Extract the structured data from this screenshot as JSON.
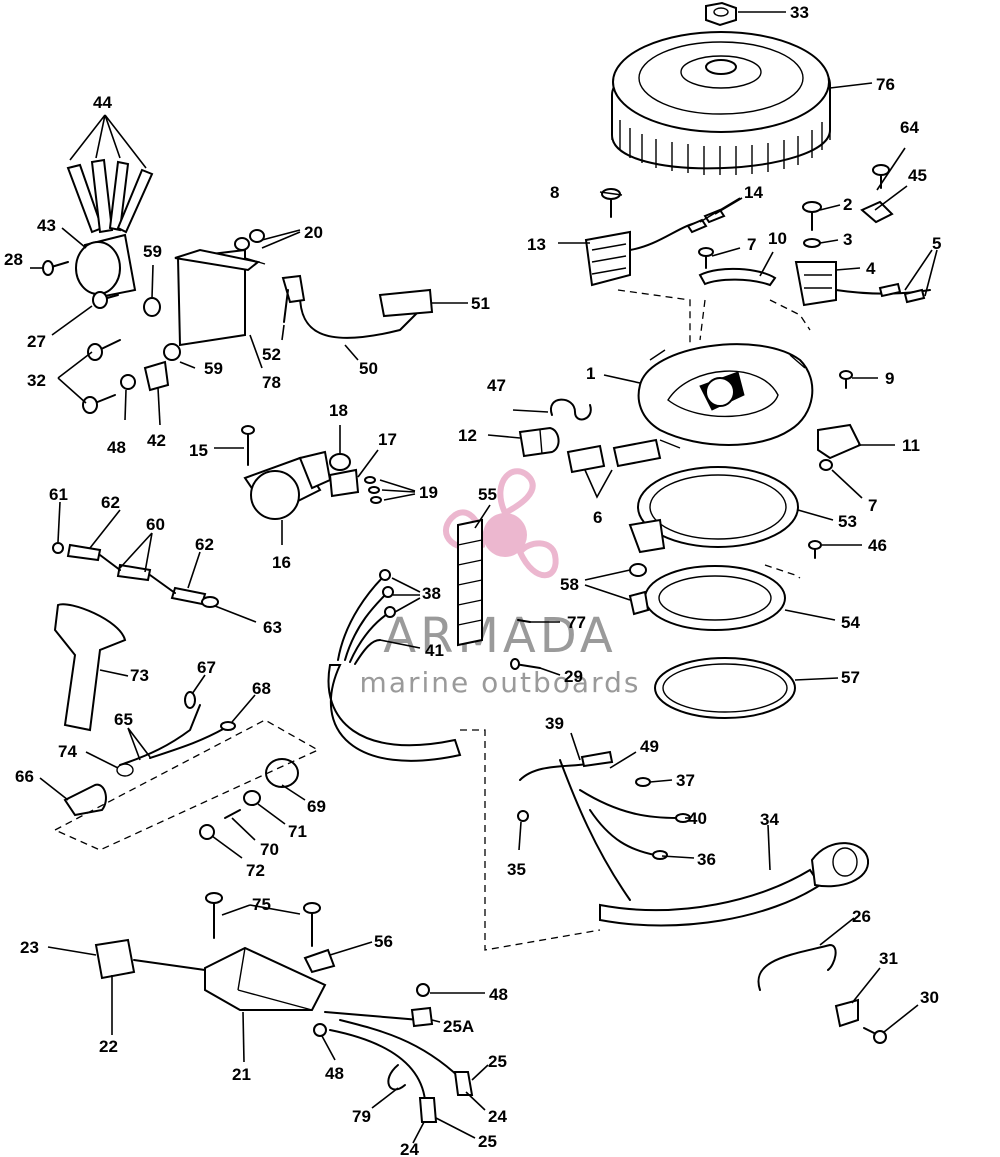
{
  "watermark": {
    "brand": "ARMADA",
    "tagline": "marine outboards",
    "color": "#e6a0c0"
  },
  "callouts": {
    "c1": "1",
    "c2": "2",
    "c3": "3",
    "c4": "4",
    "c5": "5",
    "c6": "6",
    "c7a": "7",
    "c7b": "7",
    "c8": "8",
    "c9": "9",
    "c10": "10",
    "c11": "11",
    "c12": "12",
    "c13": "13",
    "c14": "14",
    "c15": "15",
    "c16": "16",
    "c17": "17",
    "c18": "18",
    "c19": "19",
    "c20": "20",
    "c21": "21",
    "c22": "22",
    "c23": "23",
    "c24a": "24",
    "c24b": "24",
    "c25a": "25",
    "c25b": "25",
    "c25A": "25A",
    "c26": "26",
    "c27": "27",
    "c28": "28",
    "c29": "29",
    "c30": "30",
    "c31": "31",
    "c32": "32",
    "c33": "33",
    "c34": "34",
    "c35": "35",
    "c36": "36",
    "c37": "37",
    "c38": "38",
    "c39": "39",
    "c40": "40",
    "c41": "41",
    "c42": "42",
    "c43": "43",
    "c44": "44",
    "c45": "45",
    "c46": "46",
    "c47": "47",
    "c48a": "48",
    "c48b": "48",
    "c48c": "48",
    "c49": "49",
    "c50": "50",
    "c51": "51",
    "c52": "52",
    "c53": "53",
    "c54": "54",
    "c55": "55",
    "c56": "56",
    "c57": "57",
    "c58": "58",
    "c59a": "59",
    "c59b": "59",
    "c60": "60",
    "c61": "61",
    "c62a": "62",
    "c62b": "62",
    "c63": "63",
    "c64": "64",
    "c65": "65",
    "c66": "66",
    "c67": "67",
    "c68": "68",
    "c69": "69",
    "c70": "70",
    "c71": "71",
    "c72": "72",
    "c73": "73",
    "c74": "74",
    "c75": "75",
    "c76": "76",
    "c77": "77",
    "c78": "78",
    "c79": "79"
  }
}
